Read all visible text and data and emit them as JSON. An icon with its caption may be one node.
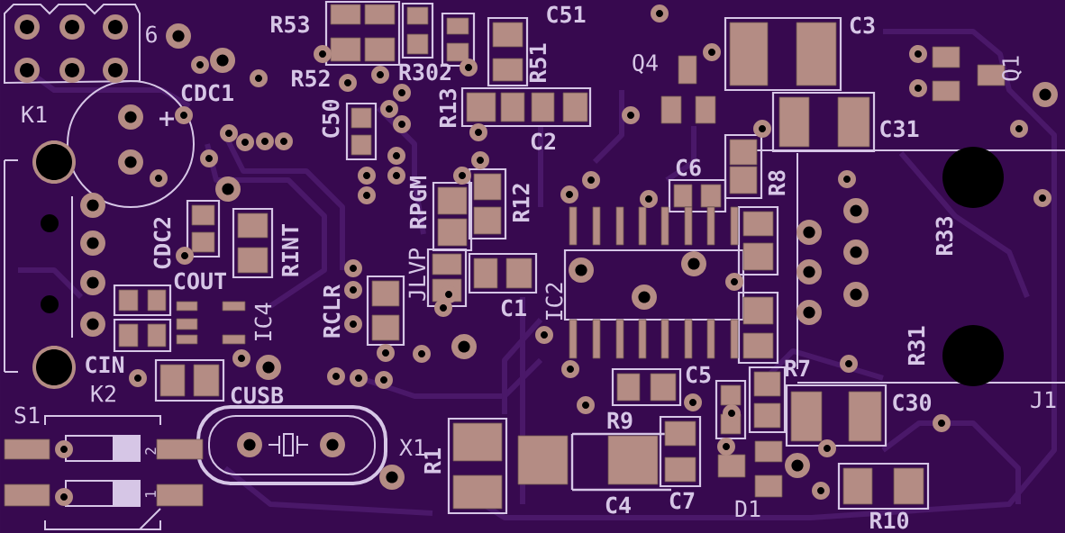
{
  "diagram": {
    "labels": [
      "6",
      "R53",
      "R52",
      "R302",
      "C51",
      "R51",
      "R13",
      "C2",
      "C3",
      "Q4",
      "Q1",
      "C31",
      "K1",
      "CDC1",
      "C50",
      "RPGM",
      "R12",
      "C6",
      "R8",
      "R33",
      "CDC2",
      "RINT",
      "COUT",
      "JLVP",
      "RCLR",
      "C1",
      "IC2",
      "IC4",
      "CIN",
      "K2",
      "CUSB",
      "C5",
      "R9",
      "R7",
      "R31",
      "C30",
      "J1",
      "S1",
      "X1",
      "R1",
      "2",
      "1",
      "C4",
      "C7",
      "D1",
      "R10"
    ]
  }
}
